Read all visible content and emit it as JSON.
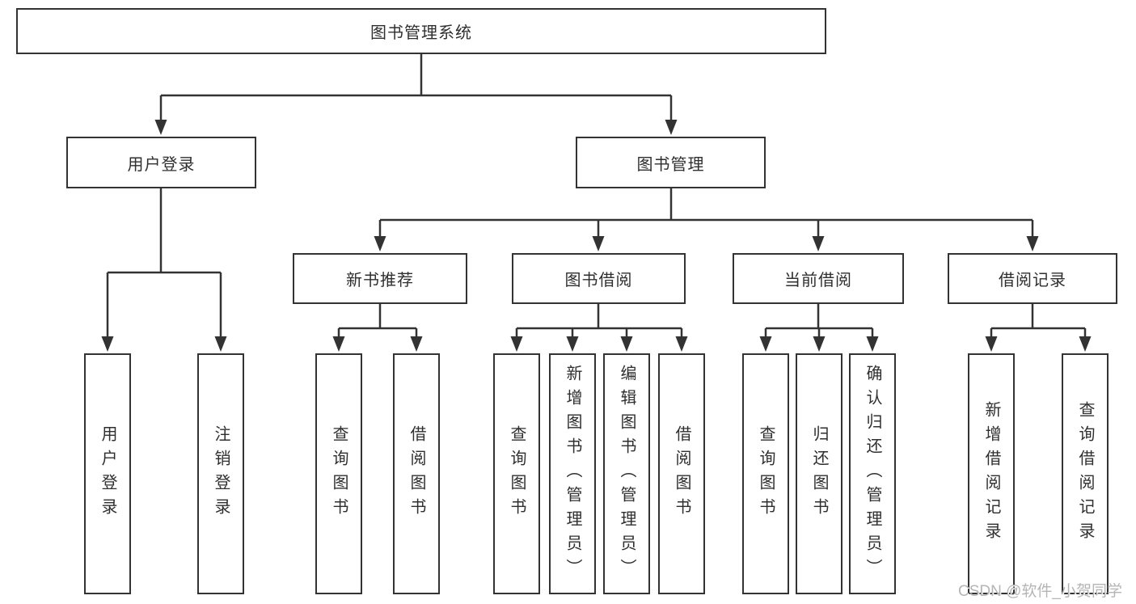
{
  "diagram": {
    "root": {
      "label": "图书管理系统"
    },
    "level2": [
      {
        "label": "用户登录"
      },
      {
        "label": "图书管理"
      }
    ],
    "level3": [
      {
        "label": "新书推荐",
        "parent": "图书管理"
      },
      {
        "label": "图书借阅",
        "parent": "图书管理"
      },
      {
        "label": "当前借阅",
        "parent": "图书管理"
      },
      {
        "label": "借阅记录",
        "parent": "图书管理"
      }
    ],
    "leaves": [
      {
        "label": "用户登录",
        "parent": "用户登录"
      },
      {
        "label": "注销登录",
        "parent": "用户登录"
      },
      {
        "label": "查询图书",
        "parent": "新书推荐"
      },
      {
        "label": "借阅图书",
        "parent": "新书推荐"
      },
      {
        "label": "查询图书",
        "parent": "图书借阅"
      },
      {
        "label": "新增图书（管理员）",
        "parent": "图书借阅"
      },
      {
        "label": "编辑图书（管理员）",
        "parent": "图书借阅"
      },
      {
        "label": "借阅图书",
        "parent": "图书借阅"
      },
      {
        "label": "查询图书",
        "parent": "当前借阅"
      },
      {
        "label": "归还图书",
        "parent": "当前借阅"
      },
      {
        "label": "确认归还（管理员）",
        "parent": "当前借阅"
      },
      {
        "label": "新增借阅记录",
        "parent": "借阅记录"
      },
      {
        "label": "查询借阅记录",
        "parent": "借阅记录"
      }
    ]
  },
  "watermark": "CSDN @软件_小贺同学",
  "colors": {
    "line": "#333333",
    "text": "#2f2f2f",
    "watermark": "#b5b5b5",
    "background": "#ffffff"
  }
}
